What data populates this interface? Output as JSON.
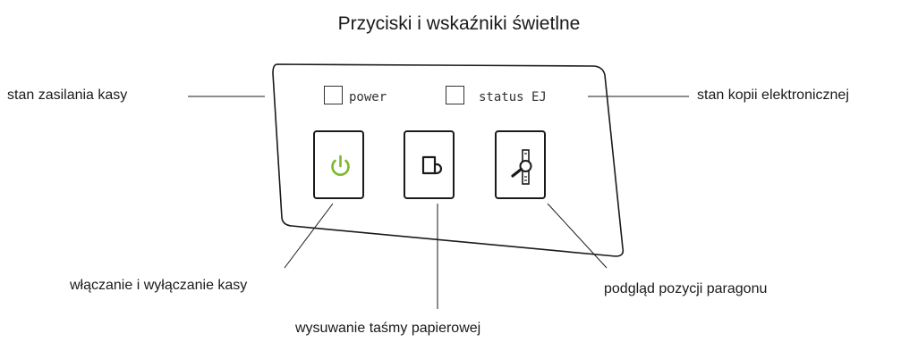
{
  "title": "Przyciski i wskaźniki świetlne",
  "panel": {
    "leds": [
      {
        "label": "power"
      },
      {
        "label": "status EJ"
      }
    ],
    "buttons": [
      {
        "icon": "power-icon",
        "color": "#7cb82f"
      },
      {
        "icon": "paper-feed-icon"
      },
      {
        "icon": "receipt-preview-icon"
      }
    ]
  },
  "callouts": {
    "power_supply": "stan zasilania kasy",
    "electronic_copy": "stan kopii elektronicznej",
    "on_off": "włączanie i wyłączanie kasy",
    "paper_feed": "wysuwanie taśmy papierowej",
    "receipt_preview": "podgląd pozycji paragonu"
  }
}
